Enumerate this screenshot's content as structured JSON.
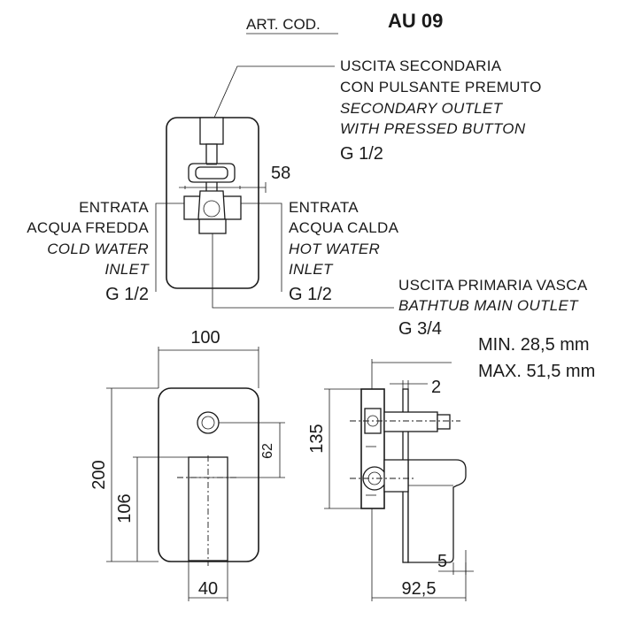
{
  "header": {
    "art_cod_label": "ART. COD.",
    "code": "AU 09"
  },
  "labels": {
    "secondary_outlet_it_1": "USCITA SECONDARIA",
    "secondary_outlet_it_2": "CON PULSANTE PREMUTO",
    "secondary_outlet_en_1": "SECONDARY OUTLET",
    "secondary_outlet_en_2": "WITH PRESSED BUTTON",
    "secondary_outlet_thread": "G 1/2",
    "cold_it_1": "ENTRATA",
    "cold_it_2": "ACQUA FREDDA",
    "cold_en_1": "COLD WATER",
    "cold_en_2": "INLET",
    "cold_thread": "G 1/2",
    "hot_it_1": "ENTRATA",
    "hot_it_2": "ACQUA CALDA",
    "hot_en_1": "HOT WATER",
    "hot_en_2": "INLET",
    "hot_thread": "G 1/2",
    "main_outlet_it": "USCITA PRIMARIA VASCA",
    "main_outlet_en": "BATHTUB MAIN OUTLET",
    "main_outlet_thread": "G 3/4",
    "min_depth": "MIN. 28,5 mm",
    "max_depth": "MAX. 51,5 mm"
  },
  "dimensions": {
    "inlet_spacing": "58",
    "plate_width": "100",
    "plate_height": "200",
    "lever_height": "106",
    "button_offset": "62",
    "lever_width": "40",
    "body_height": "135",
    "plate_thickness": "2",
    "lever_tip": "5",
    "total_depth": "92,5"
  }
}
